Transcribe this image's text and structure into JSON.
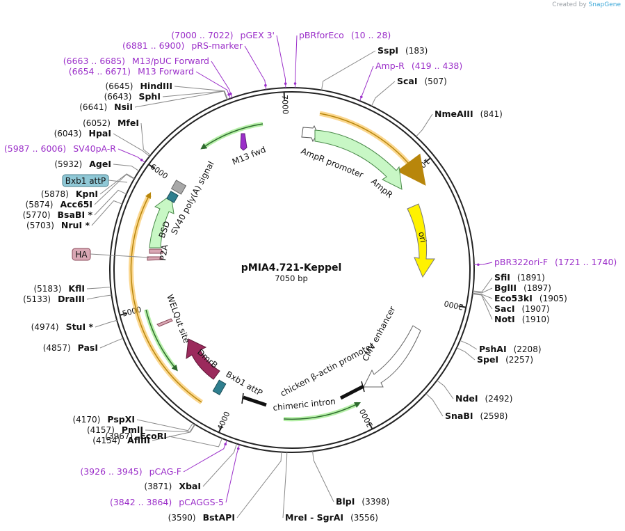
{
  "brand": {
    "prefix": "Created by",
    "name": "SnapGene"
  },
  "map": {
    "name": "pMIA4.721-Keppel",
    "length_label": "7050 bp",
    "total_bp": 7050
  },
  "ticks": [
    {
      "label": "1000",
      "bp": 1000
    },
    {
      "label": "2000",
      "bp": 2000
    },
    {
      "label": "3000",
      "bp": 3000
    },
    {
      "label": "4000",
      "bp": 4000
    },
    {
      "label": "5000",
      "bp": 5000
    },
    {
      "label": "6000",
      "bp": 6000
    },
    {
      "label": "7000",
      "bp": 7000
    }
  ],
  "sites": [
    {
      "name": "SspI",
      "pos": "(183)",
      "bp": 183
    },
    {
      "name": "ScaI",
      "pos": "(507)",
      "bp": 507
    },
    {
      "name": "NmeAIII",
      "pos": "(841)",
      "bp": 841
    },
    {
      "name": "SfiI",
      "pos": "(1891)",
      "bp": 1891
    },
    {
      "name": "BglII",
      "pos": "(1897)",
      "bp": 1897
    },
    {
      "name": "Eco53kI",
      "pos": "(1905)",
      "bp": 1905
    },
    {
      "name": "SacI",
      "pos": "(1907)",
      "bp": 1907
    },
    {
      "name": "NotI",
      "pos": "(1910)",
      "bp": 1910
    },
    {
      "name": "PshAI",
      "pos": "(2208)",
      "bp": 2208
    },
    {
      "name": "SpeI",
      "pos": "(2257)",
      "bp": 2257
    },
    {
      "name": "NdeI",
      "pos": "(2492)",
      "bp": 2492
    },
    {
      "name": "SnaBI",
      "pos": "(2598)",
      "bp": 2598
    },
    {
      "name": "BlpI",
      "pos": "(3398)",
      "bp": 3398
    },
    {
      "name": "MreI - SgrAI",
      "pos": "(3556)",
      "bp": 3556
    },
    {
      "name": "BstAPI",
      "pos": "(3590)",
      "bp": 3590
    },
    {
      "name": "XbaI",
      "pos": "(3871)",
      "bp": 3871
    },
    {
      "name": "EcoRI",
      "pos": "(3967)",
      "bp": 3967
    },
    {
      "name": "AflIII",
      "pos": "(4154)",
      "bp": 4154
    },
    {
      "name": "PmlI",
      "pos": "(4157)",
      "bp": 4157
    },
    {
      "name": "PspXI",
      "pos": "(4170)",
      "bp": 4170
    },
    {
      "name": "PasI",
      "pos": "(4857)",
      "bp": 4857
    },
    {
      "name": "StuI *",
      "pos": "(4974)",
      "bp": 4974
    },
    {
      "name": "DraIII",
      "pos": "(5133)",
      "bp": 5133
    },
    {
      "name": "KflI",
      "pos": "(5183)",
      "bp": 5183
    },
    {
      "name": "NruI *",
      "pos": "(5703)",
      "bp": 5703
    },
    {
      "name": "BsaBI *",
      "pos": "(5770)",
      "bp": 5770
    },
    {
      "name": "Acc65I",
      "pos": "(5874)",
      "bp": 5874
    },
    {
      "name": "KpnI",
      "pos": "(5878)",
      "bp": 5878
    },
    {
      "name": "AgeI",
      "pos": "(5932)",
      "bp": 5932
    },
    {
      "name": "HpaI",
      "pos": "(6043)",
      "bp": 6043
    },
    {
      "name": "MfeI",
      "pos": "(6052)",
      "bp": 6052
    },
    {
      "name": "NsiI",
      "pos": "(6641)",
      "bp": 6641
    },
    {
      "name": "SphI",
      "pos": "(6643)",
      "bp": 6643
    },
    {
      "name": "HindIII",
      "pos": "(6645)",
      "bp": 6645
    }
  ],
  "primers": [
    {
      "name": "pBRforEco",
      "range": "(10 .. 28)",
      "bp": 19
    },
    {
      "name": "Amp-R",
      "range": "(419 .. 438)",
      "bp": 428
    },
    {
      "name": "pBR322ori-F",
      "range": "(1721 .. 1740)",
      "bp": 1730
    },
    {
      "name": "pCAG-F",
      "range": "(3926 .. 3945)",
      "bp": 3935
    },
    {
      "name": "pCAGGS-5",
      "range": "(3842 .. 3864)",
      "bp": 3853
    },
    {
      "name": "SV40pA-R",
      "range": "(5987 .. 6006)",
      "bp": 5996
    },
    {
      "name": "M13 Forward",
      "range": "(6654 .. 6671)",
      "bp": 6662
    },
    {
      "name": "M13/pUC Forward",
      "range": "(6663 .. 6685)",
      "bp": 6674
    },
    {
      "name": "pRS-marker",
      "range": "(6881 .. 6900)",
      "bp": 6890
    },
    {
      "name": "pGEX 3'",
      "range": "(7000 .. 7022)",
      "bp": 7011
    }
  ],
  "boxed_features": [
    {
      "name": "Bxb1 attP",
      "color": "#8fc8d6"
    },
    {
      "name": "HA",
      "color": "#d9a7b4"
    }
  ],
  "features": [
    {
      "name": "AmpR promoter"
    },
    {
      "name": "AmpR"
    },
    {
      "name": "ori"
    },
    {
      "name": "CMV enhancer"
    },
    {
      "name": "chicken β-actin promoter"
    },
    {
      "name": "chimeric intron"
    },
    {
      "name": "Bxb1 attP"
    },
    {
      "name": "DmrB"
    },
    {
      "name": "WELQut site"
    },
    {
      "name": "P2A"
    },
    {
      "name": "BSD"
    },
    {
      "name": "SV40 poly(A) signal"
    },
    {
      "name": "M13 fwd"
    }
  ],
  "colors": {
    "amp_green": "#c8f7c5",
    "ori_yellow": "#fff200",
    "orf_orange": "#f7b733",
    "dmrb": "#9b2a5c",
    "bsd_teal": "#2f7f8f",
    "primer_purple": "#9b2fc9"
  }
}
